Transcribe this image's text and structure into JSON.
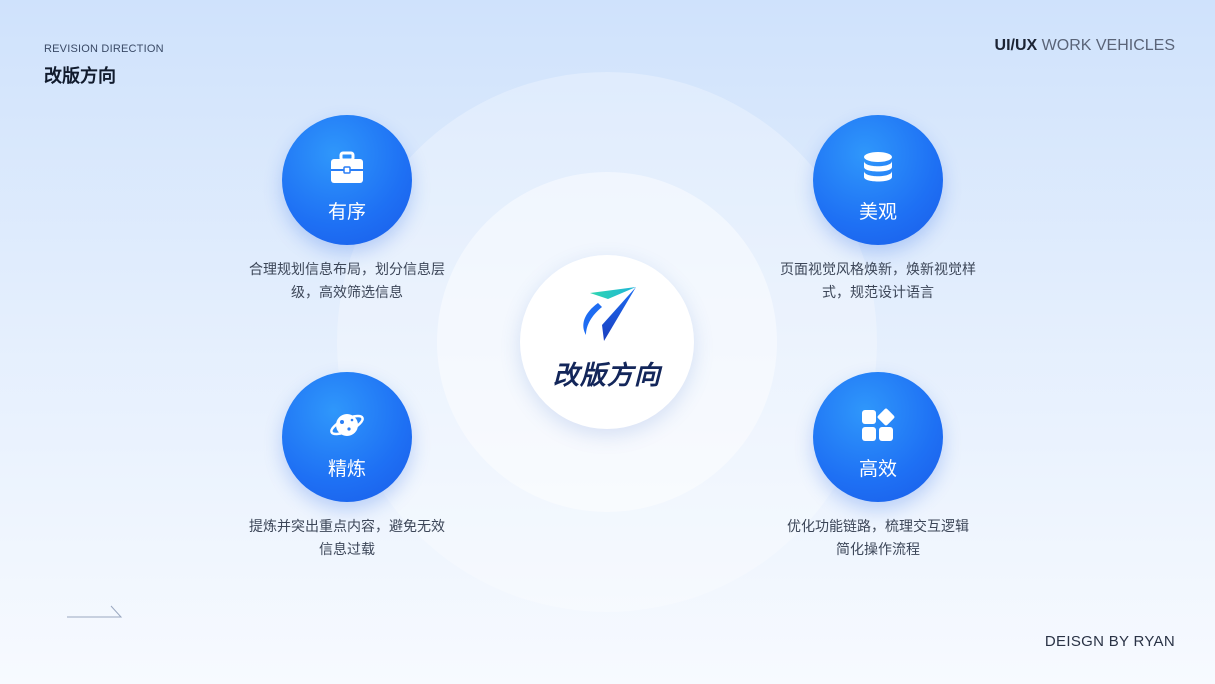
{
  "header": {
    "subtitle": "REVISION DIRECTION",
    "title": "改版方向",
    "brand_strong": "UI/UX",
    "brand_rest": "WORK VEHICLES"
  },
  "center": {
    "label": "改版方向",
    "logo_icon": "paper-plane-logo-icon"
  },
  "features": [
    {
      "label": "有序",
      "icon": "briefcase-icon",
      "desc_line1": "合理规划信息布局，划分信息层",
      "desc_line2": "级，高效筛选信息"
    },
    {
      "label": "美观",
      "icon": "database-stack-icon",
      "desc_line1": "页面视觉风格焕新，焕新视觉样",
      "desc_line2": "式，规范设计语言"
    },
    {
      "label": "精炼",
      "icon": "planet-icon",
      "desc_line1": "提炼并突出重点内容，避免无效",
      "desc_line2": "信息过载"
    },
    {
      "label": "高效",
      "icon": "app-grid-icon",
      "desc_line1": "优化功能链路，梳理交互逻辑",
      "desc_line2": "简化操作流程"
    }
  ],
  "footer": {
    "credit": "DEISGN BY RYAN"
  },
  "colors": {
    "accent": "#1e70f4",
    "title_text": "#111b2d",
    "center_text": "#13265a"
  }
}
